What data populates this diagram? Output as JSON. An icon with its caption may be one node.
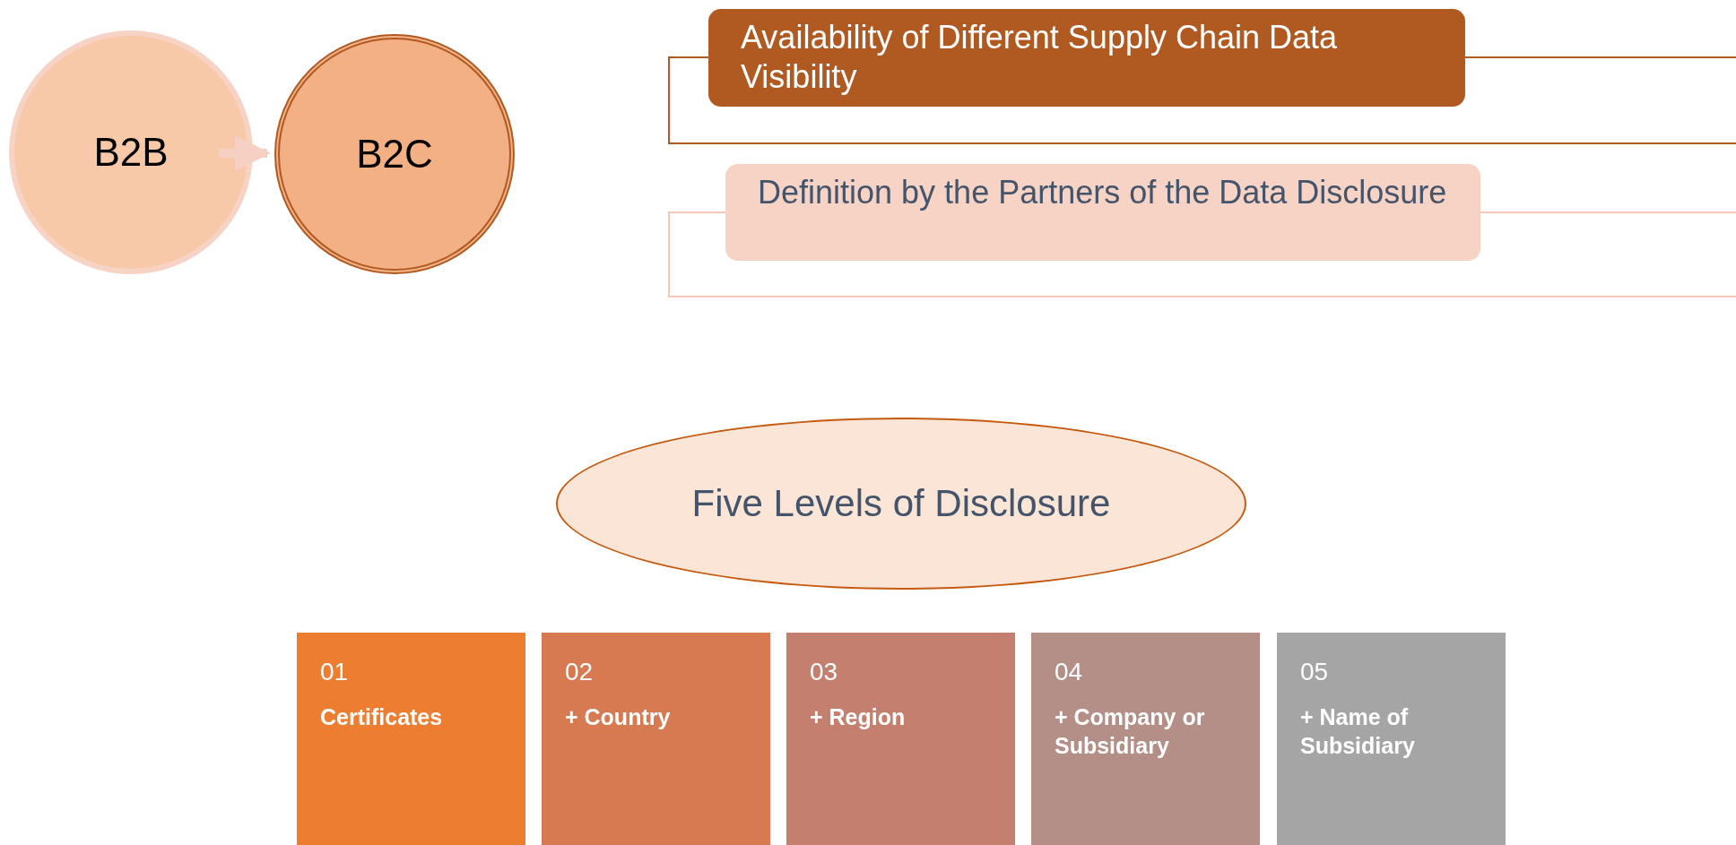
{
  "diagram": {
    "nodes": [
      {
        "text": [
          "B2B"
        ]
      },
      {
        "text": [
          "B2C"
        ]
      },
      {
        "text": [
          "Availability of Different Supply Chain Data Visibility"
        ]
      },
      {
        "text": [
          "Definition by the Partners of the Data Disclosure"
        ]
      },
      {
        "text": [
          "Five Levels of Disclosure"
        ]
      },
      {
        "text": [
          "01",
          "Certificates"
        ]
      },
      {
        "text": [
          "02",
          "+ Country"
        ]
      },
      {
        "text": [
          "03",
          "+ Region"
        ]
      },
      {
        "text": [
          "04",
          "+ Company or Subsidiary"
        ]
      },
      {
        "text": [
          "05",
          "+ Name of Subsidiary"
        ]
      }
    ],
    "edges": [
      {
        "from": 0,
        "to": 1,
        "arrow": "to"
      }
    ]
  }
}
